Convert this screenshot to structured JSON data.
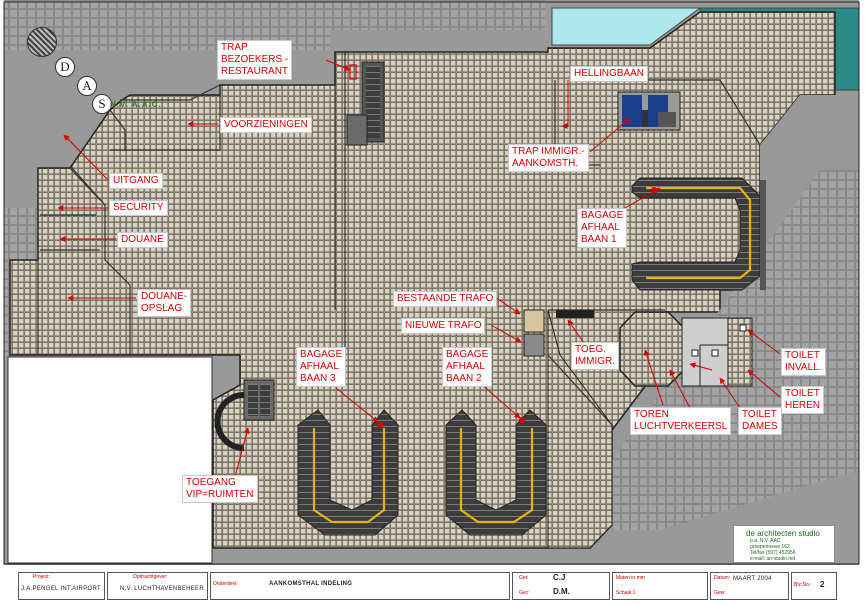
{
  "logo": {
    "letters": [
      "D",
      "A",
      "S"
    ],
    "subtitle": "N.V. A.A.C."
  },
  "labels": {
    "trap_bezoekers": "TRAP\nBEZOEKERS -\nRESTAURANT",
    "voorzieningen": "VOORZIENINGEN",
    "uitgang": "UITGANG",
    "security": "SECURITY",
    "douane": "DOUANE",
    "douane_opslag": "DOUANE-\nOPSLAG",
    "hellingbaan": "HELLINGBAAN",
    "trap_immigr": "TRAP IMMIGR.-\nAANKOMSTH.",
    "bagage_1": "BAGAGE\nAFHAAL\nBAAN 1",
    "bestaande_trafo": "BESTAANDE TRAFO",
    "nieuwe_trafo": "NIEUWE TRAFO",
    "toeg_immigr": "TOEG.\nIMMIGR.",
    "toilet_invall": "TOILET\nINVALL.",
    "toilet_heren": "TOILET\nHEREN",
    "toilet_dames": "TOILET\nDAMES",
    "toren": "TOREN\nLUCHTVERKEERSL",
    "bagage_2": "BAGAGE\nAFHAAL\nBAAN 2",
    "bagage_3": "BAGAGE\nAFHAAL\nBAAN 3",
    "toegang_vip": "TOEGANG\nVIP=RUIMTEN"
  },
  "stamp": {
    "name": "de architecten studio",
    "details": "p.a. N.V. AAC\ngroeperinsvei 162\nTel/fax (597) 452956\ne-mail: an-studio.net"
  },
  "title_block": {
    "project_caption": "Project:",
    "project": "J.A.PENGEL INT.AIRPORT",
    "client_caption": "Opdrachtgever:",
    "client": "N.V. LUCHTHAVENBEHEER",
    "subject_caption": "Onderdeel:",
    "subject": "AANKOMSTHAL    INDELING",
    "drawn_caption": "Get:",
    "drawn": "C.J",
    "checked_caption": "Gec:",
    "checked": "D.M.",
    "size_caption": "Maten in mm",
    "scale_caption": "Schaal 1:",
    "date_caption": "Datum:",
    "date": "MAART 2004",
    "sheet_caption": "Blz.No.:",
    "sheet": "2",
    "rev_caption": "Gew:"
  },
  "colors": {
    "floor": "#9a9a9a",
    "hall": "#7f7667",
    "grid": "#d8d2c4",
    "water": "#2c8a86",
    "sky": "#aee8ec",
    "label_text": "#d40000",
    "belt_yellow": "#e8b400"
  }
}
